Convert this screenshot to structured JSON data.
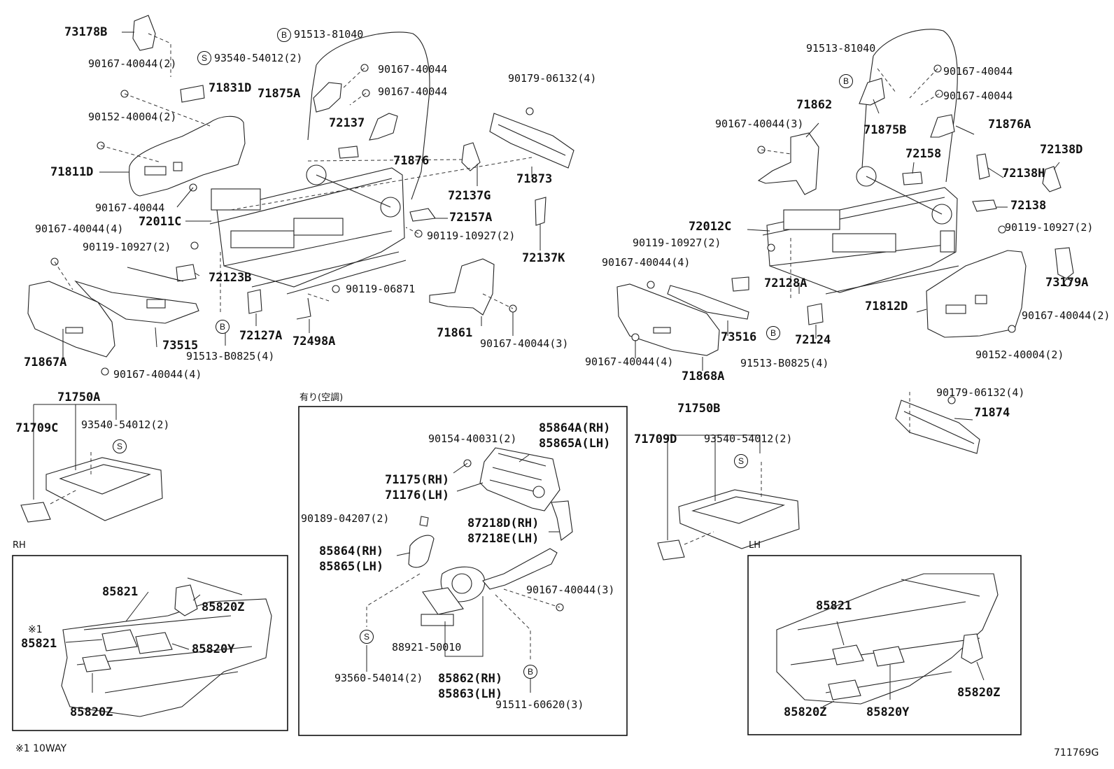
{
  "diagram_id": "711769G",
  "footnote": "※1 10WAY",
  "sections": {
    "rh": "RH",
    "lh": "LH",
    "option_ac": "有り(空調)"
  },
  "badges": {
    "b": "B",
    "s": "S"
  },
  "marks": {
    "note1": "※1"
  },
  "labels": {
    "p73178B": "73178B",
    "p91513_81040_l": "91513-81040",
    "p93540_54012_2_top": "93540-54012(2)",
    "p90167_40044_2_tl": "90167-40044(2)",
    "p71831D": "71831D",
    "p90167_40044_a": "90167-40044",
    "p90167_40044_b": "90167-40044",
    "p71875A": "71875A",
    "p90152_40004_2_l": "90152-40004(2)",
    "p72137": "72137",
    "p71876": "71876",
    "p90179_06132_4_t": "90179-06132(4)",
    "p71873": "71873",
    "p71811D": "71811D",
    "p72137G": "72137G",
    "p90167_40044_c": "90167-40044",
    "p72011C": "72011C",
    "p72157A": "72157A",
    "p90167_40044_4_l": "90167-40044(4)",
    "p90119_10927_2_a": "90119-10927(2)",
    "p90119_10927_2_b": "90119-10927(2)",
    "p72137K": "72137K",
    "p72123B": "72123B",
    "p90119_06871": "90119-06871",
    "p71861": "71861",
    "p72127A": "72127A",
    "p72498A": "72498A",
    "p73515": "73515",
    "p91513_B0825_4_l": "91513-B0825(4)",
    "p90167_40044_3_m": "90167-40044(3)",
    "p71867A": "71867A",
    "p90167_40044_4_bl": "90167-40044(4)",
    "p71750A": "71750A",
    "p71709C": "71709C",
    "p93540_54012_2_l": "93540-54012(2)",
    "p91513_81040_r": "91513-81040",
    "p90167_40044_rd": "90167-40044",
    "p90167_40044_re": "90167-40044",
    "p71862": "71862",
    "p90167_40044_3_r": "90167-40044(3)",
    "p71875B": "71875B",
    "p71876A": "71876A",
    "p72138D": "72138D",
    "p72158": "72158",
    "p72138H": "72138H",
    "p72138": "72138",
    "p72012C": "72012C",
    "p90119_10927_2_c": "90119-10927(2)",
    "p90119_10927_2_d": "90119-10927(2)",
    "p90167_40044_4_r": "90167-40044(4)",
    "p72128A": "72128A",
    "p73179A": "73179A",
    "p71812D": "71812D",
    "p90167_40044_2_r": "90167-40044(2)",
    "p73516": "73516",
    "p72124": "72124",
    "p90152_40004_2_r": "90152-40004(2)",
    "p90167_40044_4_br": "90167-40044(4)",
    "p91513_B0825_4_r": "91513-B0825(4)",
    "p71868A": "71868A",
    "p90179_06132_4_r": "90179-06132(4)",
    "p71874": "71874",
    "p71750B": "71750B",
    "p71709D": "71709D",
    "p93540_54012_2_r": "93540-54012(2)",
    "p90154_40031_2": "90154-40031(2)",
    "p85864A": "85864A(RH)",
    "p85865A": "85865A(LH)",
    "p71175": "71175(RH)",
    "p71176": "71176(LH)",
    "p90189_04207_2": "90189-04207(2)",
    "p87218D": "87218D(RH)",
    "p87218E": "87218E(LH)",
    "p85864": "85864(RH)",
    "p85865": "85865(LH)",
    "p90167_40044_3_c": "90167-40044(3)",
    "p88921_50010": "88921-50010",
    "p93560_54014_2": "93560-54014(2)",
    "p85862": "85862(RH)",
    "p85863": "85863(LH)",
    "p91511_60620_3": "91511-60620(3)",
    "p85821_a": "85821",
    "p85820Z_a": "85820Z",
    "p85821_b": "85821",
    "p85820Y_a": "85820Y",
    "p85820Z_b": "85820Z",
    "p85821_c": "85821",
    "p85820Z_c": "85820Z",
    "p85820Z_d": "85820Z",
    "p85820Y_b": "85820Y"
  }
}
